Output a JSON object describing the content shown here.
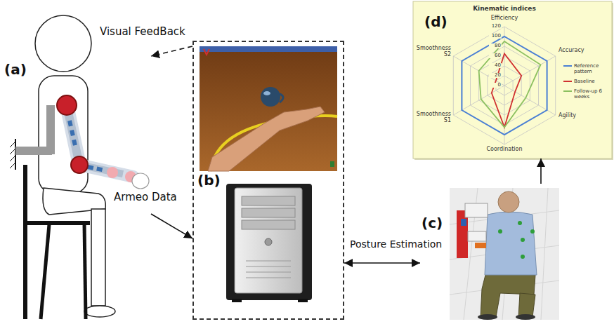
{
  "diagram": {
    "nodes": [
      {
        "text": [
          "(a)"
        ]
      },
      {
        "text": [
          "(b)"
        ]
      },
      {
        "text": [
          "(c)"
        ]
      },
      {
        "text": [
          "(d)",
          "Kinematic indices"
        ]
      }
    ],
    "edges": [
      {
        "from": 1,
        "to": 0,
        "arrow": "to",
        "label": "Visual FeedBack"
      },
      {
        "from": 0,
        "to": 1,
        "arrow": "to",
        "label": "Armeo Data"
      },
      {
        "from": 1,
        "to": 2,
        "arrow": "both",
        "label": "Posture Estimation"
      },
      {
        "from": 2,
        "to": 3,
        "arrow": "to"
      }
    ],
    "labels": [
      "Efficiency",
      "Accuracy",
      "Agility",
      "Coordination",
      "Smoothness S1",
      "Smoothness S2",
      "120",
      "100",
      "80",
      "60",
      "40",
      "20",
      "0"
    ],
    "legend": [
      {
        "text": "Reference pattern"
      },
      {
        "text": "Baseline"
      },
      {
        "text": "Follow-up 6 weeks"
      }
    ]
  }
}
